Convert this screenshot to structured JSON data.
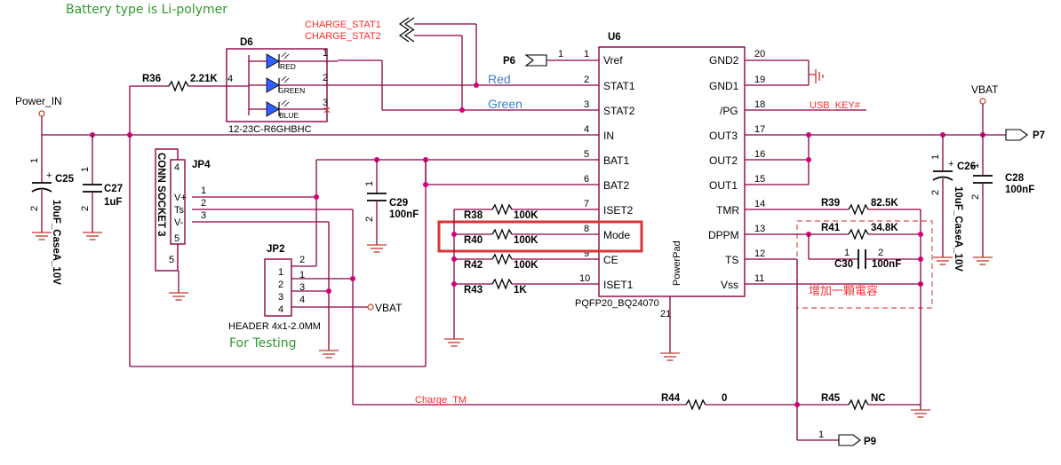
{
  "notes": {
    "battery_type": "Battery type is Li-polymer",
    "for_testing": "For Testing",
    "add_cap": "增加一顆電容"
  },
  "signals": {
    "charge_stat1": "CHARGE_STAT1",
    "charge_stat2": "CHARGE_STAT2",
    "power_in": "Power_IN",
    "vbat_top": "VBAT",
    "vbat_jp2": "VBAT",
    "usb_key": "USB_KEY#",
    "charge_tm": "Charge_TM",
    "red": "Red",
    "green": "Green"
  },
  "ports": {
    "p6": "P6",
    "p7": "P7",
    "p9": "P9"
  },
  "u6": {
    "ref": "U6",
    "part": "PQFP20_BQ24070",
    "pad": "PowerPad",
    "pin21": "21",
    "left_pins": [
      {
        "num": "1",
        "name": "Vref"
      },
      {
        "num": "2",
        "name": "STAT1"
      },
      {
        "num": "3",
        "name": "STAT2"
      },
      {
        "num": "4",
        "name": "IN"
      },
      {
        "num": "5",
        "name": "BAT1"
      },
      {
        "num": "6",
        "name": "BAT2"
      },
      {
        "num": "7",
        "name": "ISET2"
      },
      {
        "num": "8",
        "name": "Mode"
      },
      {
        "num": "9",
        "name": "CE"
      },
      {
        "num": "10",
        "name": "ISET1"
      }
    ],
    "right_pins": [
      {
        "num": "20",
        "name": "GND2"
      },
      {
        "num": "19",
        "name": "GND1"
      },
      {
        "num": "18",
        "name": "/PG"
      },
      {
        "num": "17",
        "name": "OUT3"
      },
      {
        "num": "16",
        "name": "OUT2"
      },
      {
        "num": "15",
        "name": "OUT1"
      },
      {
        "num": "14",
        "name": "TMR"
      },
      {
        "num": "13",
        "name": "DPPM"
      },
      {
        "num": "12",
        "name": "TS"
      },
      {
        "num": "11",
        "name": "Vss"
      }
    ]
  },
  "d6": {
    "ref": "D6",
    "part": "12-23C-R6GHBHC",
    "pin4": "4",
    "leds": [
      {
        "color": "RED",
        "pin": "1"
      },
      {
        "color": "GREEN",
        "pin": "2"
      },
      {
        "color": "BLUE",
        "pin": "3"
      }
    ]
  },
  "jp4": {
    "ref": "JP4",
    "part": "CONN SOCKET 3",
    "pins": [
      {
        "num": "1",
        "name": "V+"
      },
      {
        "num": "2",
        "name": "Ts"
      },
      {
        "num": "3",
        "name": "V-"
      }
    ],
    "pin4": "4",
    "pin5": "5"
  },
  "jp2": {
    "ref": "JP2",
    "part": "HEADER 4x1-2.0MM",
    "pins": [
      "1",
      "2",
      "3",
      "4"
    ],
    "right": [
      "2",
      "1",
      "3",
      "4"
    ]
  },
  "resistors": [
    {
      "ref": "R36",
      "value": "2.21K"
    },
    {
      "ref": "R38",
      "value": "100K",
      "pin": "7"
    },
    {
      "ref": "R40",
      "value": "100K",
      "pin": "8"
    },
    {
      "ref": "R42",
      "value": "100K",
      "pin": "9"
    },
    {
      "ref": "R43",
      "value": "1K",
      "pin": "10"
    },
    {
      "ref": "R39",
      "value": "82.5K"
    },
    {
      "ref": "R41",
      "value": "34.8K"
    },
    {
      "ref": "R44",
      "value": "0"
    },
    {
      "ref": "R45",
      "value": "NC"
    }
  ],
  "capacitors": [
    {
      "ref": "C25",
      "value": "10uF_CaseA_10V",
      "p1": "1",
      "p2": "2"
    },
    {
      "ref": "C27",
      "value": "1uF",
      "p1": "1",
      "p2": "2"
    },
    {
      "ref": "C29",
      "value": "100nF",
      "p1": "1",
      "p2": "2"
    },
    {
      "ref": "C26",
      "value": "10uF_CaseA_10V",
      "p1": "1",
      "p2": "2"
    },
    {
      "ref": "C28",
      "value": "100nF",
      "p1": "1",
      "p2": "2"
    },
    {
      "ref": "C30",
      "value": "100nF",
      "p1": "1",
      "p2": "2"
    }
  ],
  "colors": {
    "wire": "#8b0045",
    "junction": "#d2007a",
    "signal_label": "#ff2a2a",
    "highlight": "#d93636",
    "note_green": "#2e9a2e",
    "net_blue": "#3f7fd0"
  }
}
